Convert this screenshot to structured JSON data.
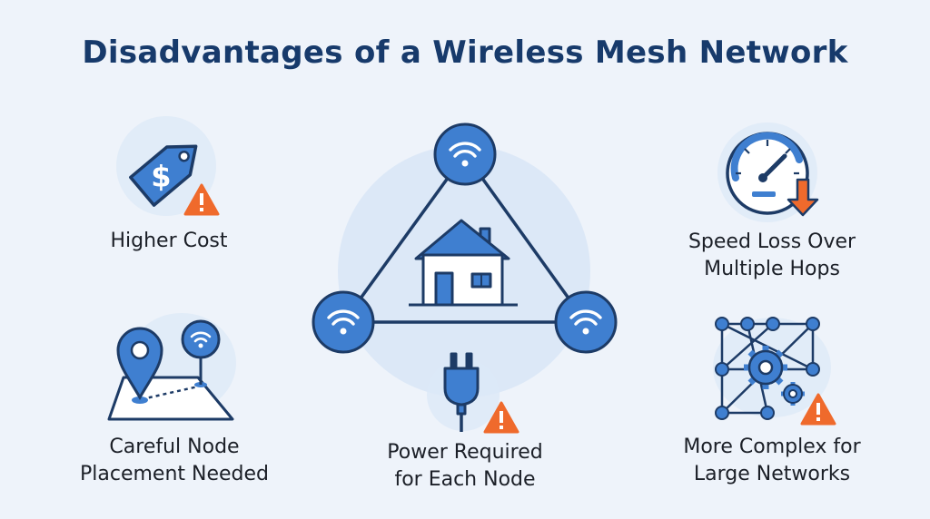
{
  "title": "Disadvantages of a Wireless Mesh Network",
  "items": [
    {
      "label_lines": [
        "Higher Cost"
      ],
      "icon": "price-tag-dollar-icon",
      "warning": true
    },
    {
      "label_lines": [
        "Speed Loss Over",
        "Multiple Hops"
      ],
      "icon": "speedometer-down-icon",
      "warning": false
    },
    {
      "label_lines": [
        "Careful Node",
        "Placement Needed"
      ],
      "icon": "map-pin-wifi-icon",
      "warning": false
    },
    {
      "label_lines": [
        "Power Required",
        "for Each Node"
      ],
      "icon": "power-plug-icon",
      "warning": true
    },
    {
      "label_lines": [
        "More Complex for",
        "Large Networks"
      ],
      "icon": "network-gear-icon",
      "warning": true
    }
  ],
  "center": {
    "icon": "mesh-triangle-house-icon",
    "nodes": [
      "wifi-node-top",
      "wifi-node-left",
      "wifi-node-right"
    ]
  },
  "colors": {
    "primary_blue": "#3f7fd0",
    "dark_navy": "#173a6b",
    "warning_orange": "#ef6a2c",
    "glow": "#dce8f7",
    "background": "#eef3fa"
  }
}
